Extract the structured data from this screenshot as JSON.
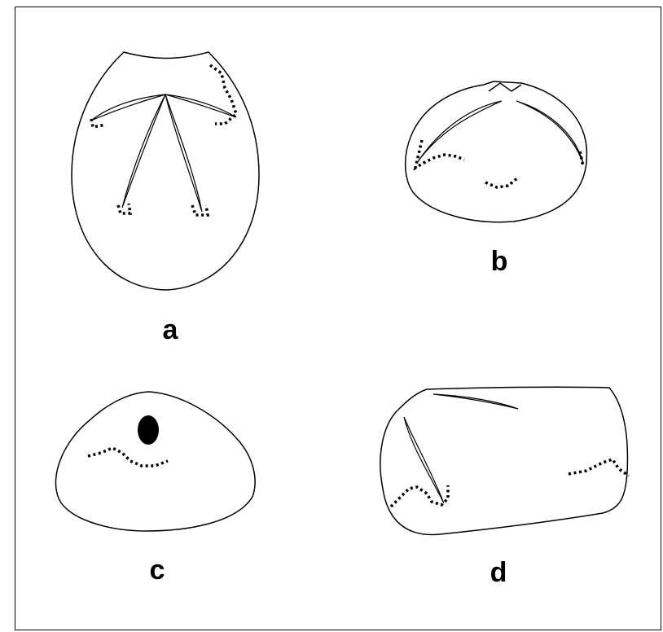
{
  "panels": [
    {
      "id": "a",
      "label": "a"
    },
    {
      "id": "b",
      "label": "b"
    },
    {
      "id": "c",
      "label": "c"
    },
    {
      "id": "d",
      "label": "d"
    }
  ],
  "colors": {
    "stroke": "#000000",
    "background": "#ffffff"
  }
}
